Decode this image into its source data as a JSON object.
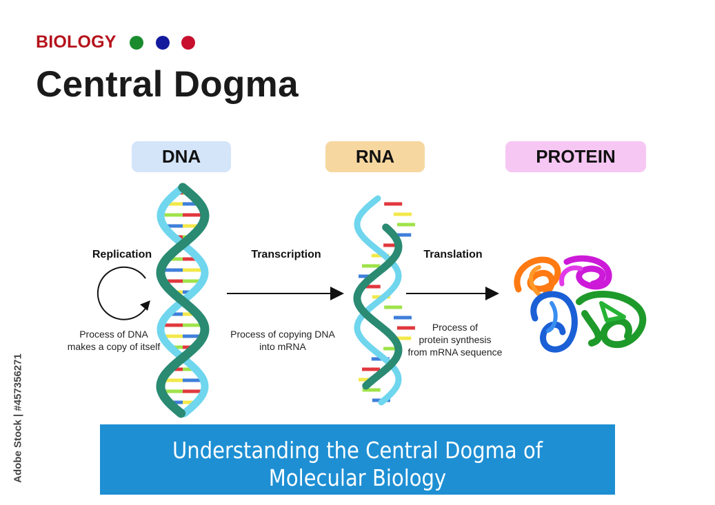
{
  "header": {
    "kicker": "BIOLOGY",
    "title": "Central Dogma",
    "dot_colors": [
      "#1a8c2e",
      "#141a9e",
      "#c8102e"
    ]
  },
  "stages": [
    {
      "label": "DNA",
      "color": "#d4e5fa"
    },
    {
      "label": "RNA",
      "color": "#f7d7a0"
    },
    {
      "label": "PROTEIN",
      "color": "#f7c7f3"
    }
  ],
  "processes": [
    {
      "name": "Replication",
      "description_lines": [
        "Process of DNA",
        "makes a copy of itself"
      ]
    },
    {
      "name": "Transcription",
      "description_lines": [
        "Process of copying DNA",
        "into mRNA"
      ]
    },
    {
      "name": "Translation",
      "description_lines": [
        "Process of",
        "protein synthesis",
        "from mRNA sequence"
      ]
    }
  ],
  "banner": {
    "lines": [
      "Understanding the Central Dogma of",
      "Molecular Biology"
    ],
    "color": "#1e8fd3"
  },
  "watermark": "Adobe Stock | #457356271",
  "colors": {
    "dna_backbone_dark": "#2a8a72",
    "dna_backbone_light": "#6fd6ee",
    "base_colors": [
      "#e0383e",
      "#f2e84a",
      "#9fe34a",
      "#3f7fd9"
    ]
  }
}
